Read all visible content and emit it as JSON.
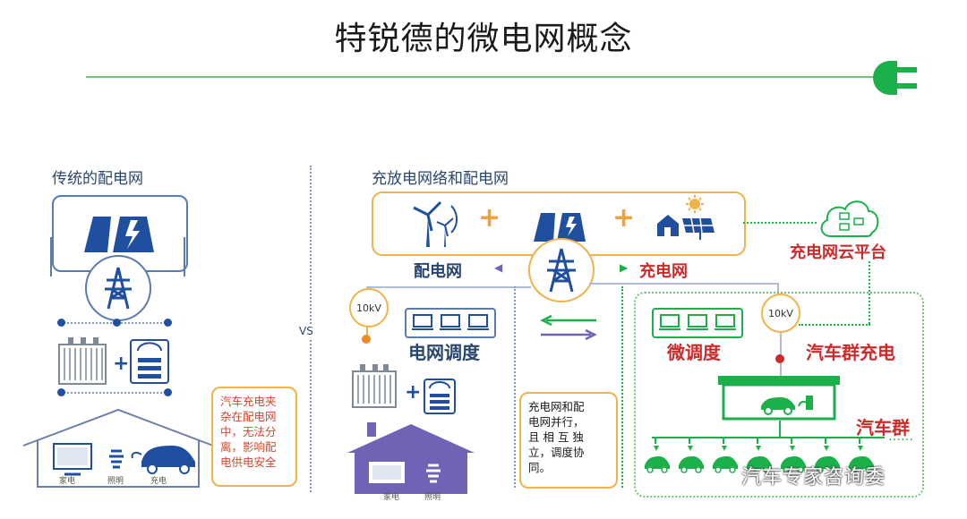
{
  "title": "特锐德的微电网概念",
  "left": {
    "heading": "传统的配电网",
    "home_labels": [
      "家电",
      "照明",
      "充电"
    ],
    "callout": [
      "汽车充电夹",
      "杂在配电网",
      "中，无法分",
      "离，影响配",
      "电供电安全"
    ]
  },
  "vs": "VS",
  "right": {
    "heading": "充放电网络和配电网",
    "grid_label": "配电网",
    "charge_label": "充电网",
    "cloud_label": "充电网云平台",
    "kv_left": "10kV",
    "kv_right": "10kV",
    "dispatch_left": "电网调度",
    "dispatch_right": "微调度",
    "car_charging": "汽车群充电",
    "car_group": "汽车群",
    "home_labels": [
      "家电",
      "照明"
    ],
    "callout": [
      "充电网和配",
      "电网并行，",
      "且 相 互 独",
      "立，调度协",
      "同。"
    ]
  },
  "watermark": "汽车专家咨询委",
  "colors": {
    "green": "#1cb04b",
    "navy": "#1f4f9e",
    "orange": "#f0b24a",
    "red": "#cf2a2a",
    "purple": "#6e63b4"
  }
}
